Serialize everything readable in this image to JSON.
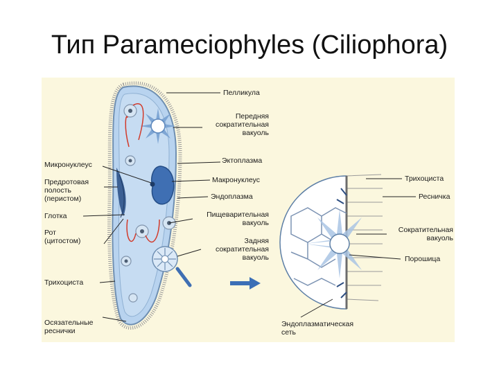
{
  "title": "Тип Parameciophyles (Ciliophora)",
  "labels": {
    "pellicle": "Пелликула",
    "anterior_vacuole": "Передняя\nсократительная\nвакуоль",
    "ectoplasm": "Эктоплазма",
    "micronucleus": "Микронуклеус",
    "macronucleus": "Макронуклеус",
    "preoral_cavity": "Предротовая\nполость\n(перистом)",
    "endoplasm": "Эндоплазма",
    "pharynx": "Глотка",
    "digestive_vacuole": "Пищеварительная\nвакуоль",
    "mouth": "Рот\n(цитостом)",
    "posterior_vacuole": "Задняя\nсократительная\nвакуоль",
    "trichocyst_left": "Трихоциста",
    "tactile_cilia": "Осязательные\nреснички",
    "trichocyst_right": "Трихоциста",
    "cilium": "Ресничка",
    "contractile_vacuole": "Сократительная\nвакуоль",
    "pore": "Порошица",
    "endoplasmic_net": "Эндоплазматическая\nсеть"
  },
  "colors": {
    "background": "#fbf7de",
    "cell_body": "#b8d3ef",
    "nucleus": "#3f6fb3",
    "arrow": "#3b6fb6",
    "cyclosis_arrows": "#d23a2a"
  }
}
